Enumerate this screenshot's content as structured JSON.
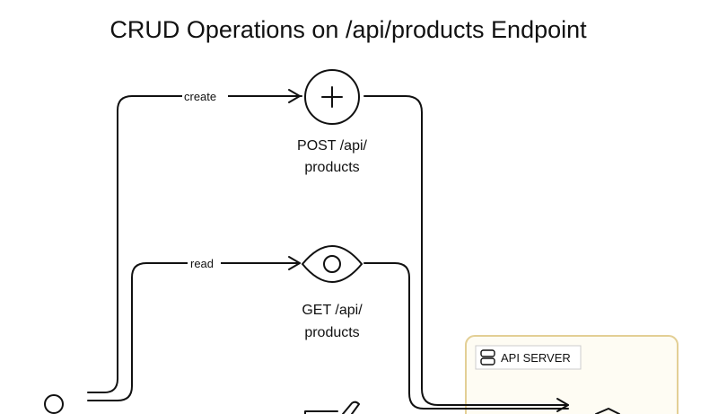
{
  "diagram": {
    "title": "CRUD Operations on /api/products Endpoint",
    "edges": {
      "create": "create",
      "read": "read"
    },
    "nodes": {
      "post": {
        "line1": "POST /api/",
        "line2": "products",
        "icon": "plus-icon"
      },
      "get": {
        "line1": "GET /api/",
        "line2": "products",
        "icon": "eye-icon"
      },
      "api_server": {
        "label": "API SERVER",
        "icon": "server-icon"
      }
    },
    "colors": {
      "stroke": "#111111",
      "server_fill": "#fefcf3",
      "server_border": "#e3cf95"
    }
  }
}
